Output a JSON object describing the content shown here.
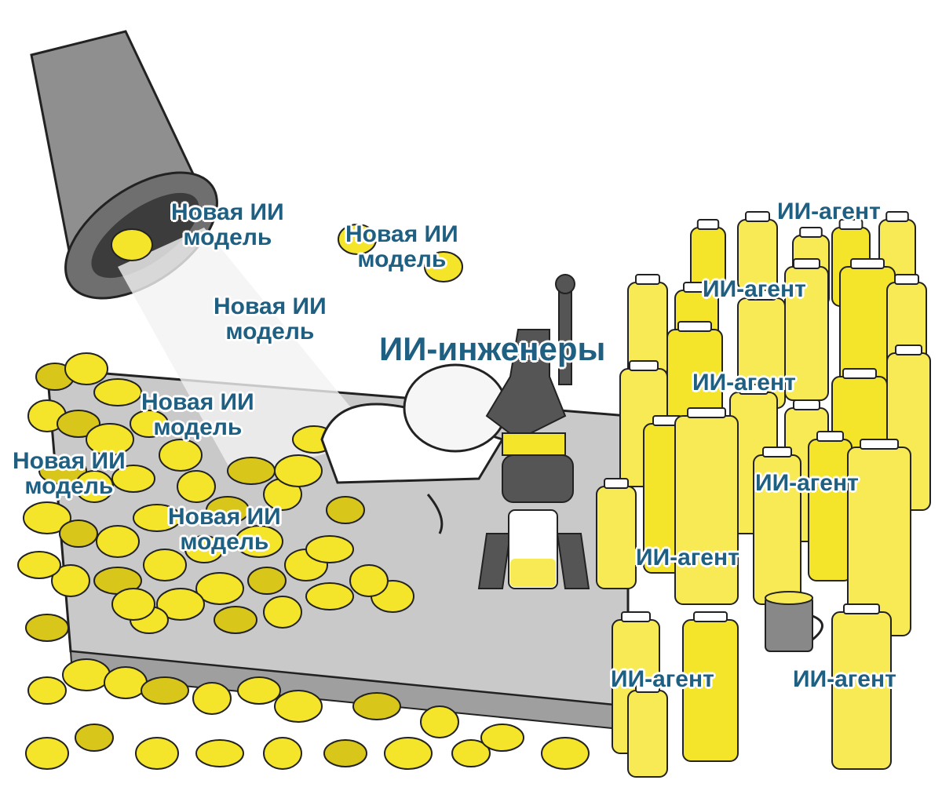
{
  "colors": {
    "label_text": "#1e5f82",
    "label_outline": "#ffffff",
    "lemon": "#f4e42a",
    "lemon_dark": "#d9c61a",
    "juice": "#f7ea55",
    "table": "#c9c9c9",
    "funnel": "#8f8f8f",
    "press": "#555555",
    "ink": "#222222"
  },
  "labels": {
    "new_model_1": {
      "line1": "Новая ИИ",
      "line2": "модель"
    },
    "new_model_2": {
      "line1": "Новая ИИ",
      "line2": "модель"
    },
    "new_model_3": {
      "line1": "Новая ИИ",
      "line2": "модель"
    },
    "new_model_4": {
      "line1": "Новая ИИ",
      "line2": "модель"
    },
    "new_model_5": {
      "line1": "Новая ИИ",
      "line2": "модель"
    },
    "new_model_6": {
      "line1": "Новая ИИ",
      "line2": "модель"
    },
    "engineers": "ИИ-инженеры",
    "agent_1": "ИИ-агент",
    "agent_2": "ИИ-агент",
    "agent_3": "ИИ-агент",
    "agent_4": "ИИ-агент",
    "agent_5": "ИИ-агент",
    "agent_6": "ИИ-агент",
    "agent_7": "ИИ-агент"
  }
}
